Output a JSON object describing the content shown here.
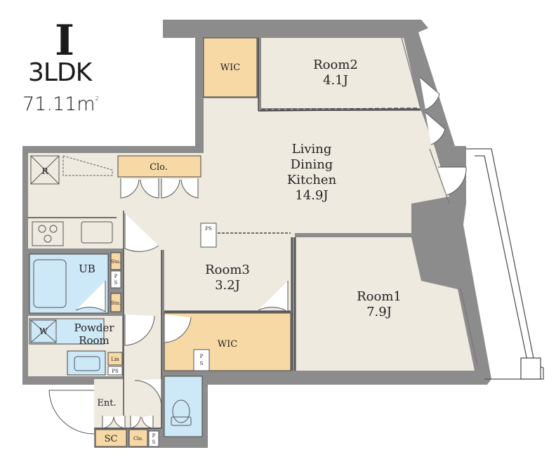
{
  "unit": {
    "type": "I",
    "layout": "3LDK",
    "area_value": "71.11",
    "area_unit": "m",
    "area_unit_sup": "2"
  },
  "rooms": {
    "ldk": [
      "Living",
      "Dining",
      "Kitchen",
      "14.9J"
    ],
    "room1": [
      "Room1",
      "7.9J"
    ],
    "room2": [
      "Room2",
      "4.1J"
    ],
    "room3": [
      "Room3",
      "3.2J"
    ],
    "ub": "UB",
    "powder": [
      "Powder",
      "Room"
    ],
    "wic_top": "WIC",
    "wic_mid": "WIC",
    "clo_kitchen": "Clo.",
    "clo_entry": "Clo.",
    "ent": "Ent.",
    "sc": "SC",
    "ps_ldk": "PS",
    "ps_wic": [
      "P",
      "S"
    ],
    "ps_entry": [
      "P",
      "S"
    ],
    "ps_bath": [
      "P",
      "S"
    ],
    "ps_powder": "PS",
    "lin": "Lin",
    "sto1": "Sto.",
    "sto2": "Sto.",
    "fridge": "R",
    "washer": "W"
  },
  "colors": {
    "wall": "#8c8c8c",
    "floor": "#efeae0",
    "storage": "#f7d9a6",
    "bath": "#cde8f6",
    "line": "#444444",
    "white": "#ffffff"
  }
}
